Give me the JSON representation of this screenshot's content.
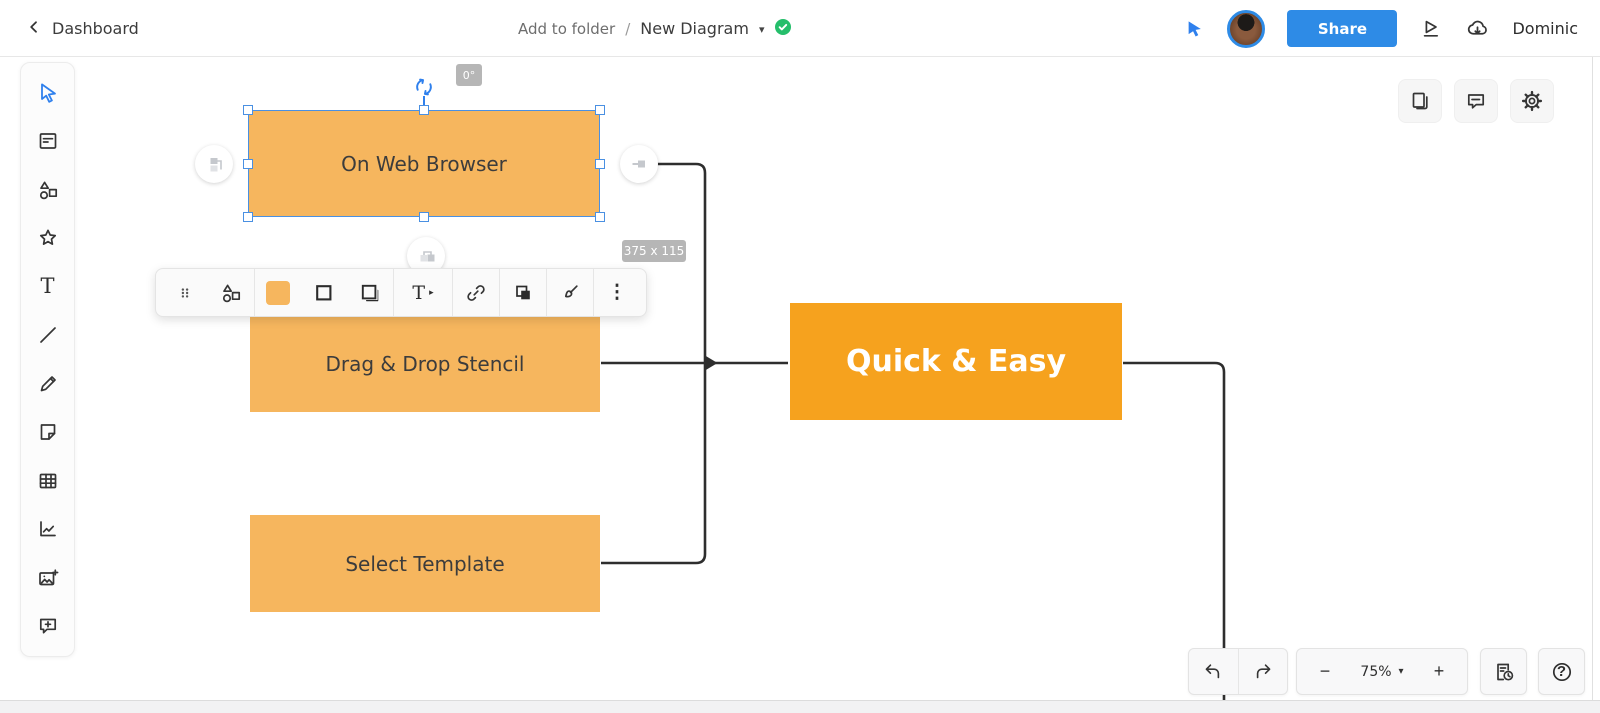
{
  "topbar": {
    "back_label": "Dashboard",
    "breadcrumb": {
      "folder": "Add to folder",
      "separator": "/",
      "title": "New Diagram"
    },
    "share_label": "Share",
    "user_name": "Dominic"
  },
  "icons": {
    "caret_down": "▾",
    "caret_right": "▸",
    "more_vertical": "⋮",
    "text_tool": "T"
  },
  "sidebar": {
    "tools": [
      "select-tool",
      "document-tool",
      "shapes-tool",
      "favorites-tool",
      "text-tool",
      "line-tool",
      "pen-tool",
      "sticky-note-tool",
      "table-tool",
      "chart-tool",
      "image-add-tool",
      "comment-add-tool"
    ]
  },
  "canvas": {
    "selection": {
      "rotation_badge": "0°",
      "size_badge": "375 x 115"
    },
    "nodes": [
      {
        "label": "On Web Browser"
      },
      {
        "label": "Drag & Drop Stencil"
      },
      {
        "label": "Select Template"
      },
      {
        "label": "Quick & Easy"
      }
    ]
  },
  "controls": {
    "zoom": {
      "minus": "−",
      "level": "75%",
      "plus": "+"
    },
    "help_label": "?"
  },
  "colors": {
    "accent_blue": "#2E8BE6",
    "selection_blue": "#4A90E2",
    "node_fill": "#F6B65E",
    "node_fill_strong": "#F6A21E",
    "connector": "#2e2e2e",
    "success_green": "#25BE6B"
  }
}
